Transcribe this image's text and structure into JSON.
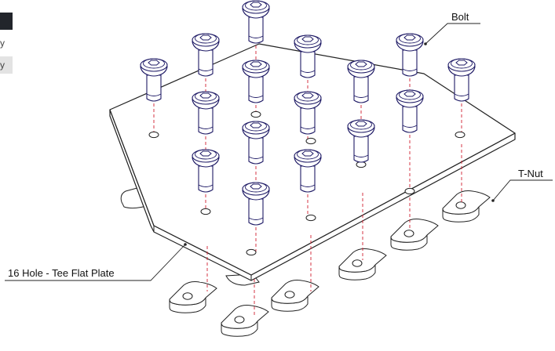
{
  "labels": {
    "bolt": "Bolt",
    "tnut": "T-Nut",
    "plate": "16 Hole - Tee Flat Plate"
  },
  "edge_fragments": {
    "fragment1": "y",
    "fragment2": "y"
  },
  "colors": {
    "line": "#222222",
    "bolt_stroke": "#1f1b66",
    "bolt_fill": "#ffffff",
    "centerline": "#d22030",
    "plate_fill": "#ffffff"
  },
  "icons": {
    "bolt": "button-head-hex-socket-bolt",
    "tnut": "t-slot-nut"
  }
}
